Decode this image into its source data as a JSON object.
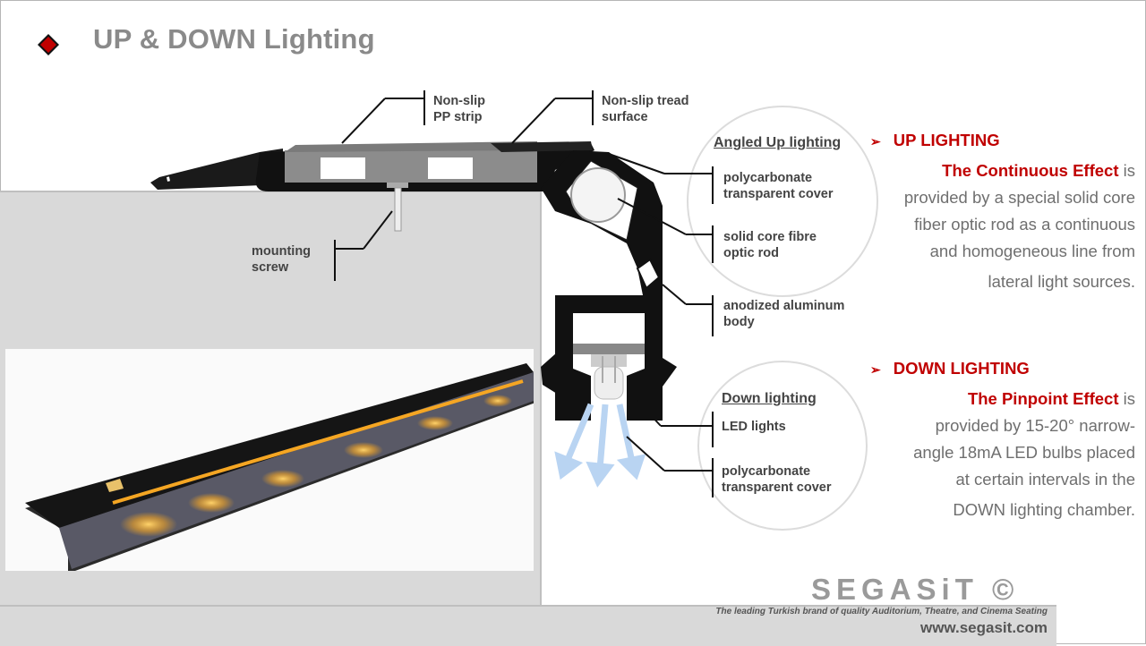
{
  "header": {
    "title": "UP & DOWN Lighting"
  },
  "callouts": {
    "non_slip_pp_strip": [
      "Non-slip",
      "PP strip"
    ],
    "non_slip_tread": [
      "Non-slip tread",
      "surface"
    ],
    "mounting_screw": [
      "mounting",
      "screw"
    ],
    "poly_cover_up": [
      "polycarbonate",
      "transparent cover"
    ],
    "fibre_rod": [
      "solid core fibre",
      "optic rod"
    ],
    "aluminum_body": [
      "anodized aluminum",
      "body"
    ],
    "led_lights": [
      "LED lights"
    ],
    "poly_cover_down": [
      "polycarbonate",
      "transparent cover"
    ]
  },
  "sections": {
    "angled_up": "Angled Up lighting",
    "down": "Down lighting"
  },
  "up_lighting": {
    "heading": "UP LIGHTING",
    "effect": "The Continuous Effect",
    "l1_tail": " is",
    "lines": [
      "provided by a special solid core",
      "fiber optic rod as a continuous",
      "and homogeneous line from",
      "lateral light sources."
    ]
  },
  "down_lighting": {
    "heading": "DOWN LIGHTING",
    "effect": "The Pinpoint Effect",
    "l1_tail": " is",
    "lines": [
      "provided by 15-20° narrow-",
      "angle 18mA LED bulbs placed",
      "at certain intervals in the",
      "DOWN lighting chamber."
    ]
  },
  "footer": {
    "brand": "SEGASiT ©",
    "tagline": "The leading Turkish brand of quality Auditorium, Theatre, and Cinema Seating",
    "url": "www.segasit.com"
  },
  "colors": {
    "accent_red": "#c00000",
    "profile_black": "#111111",
    "wall_gray": "#d9d9d9",
    "led_amber": "#f5a623"
  },
  "icons": {
    "title_bullet": "red-diamond-icon",
    "bullet_arrow": "arrow-bullet-icon"
  }
}
